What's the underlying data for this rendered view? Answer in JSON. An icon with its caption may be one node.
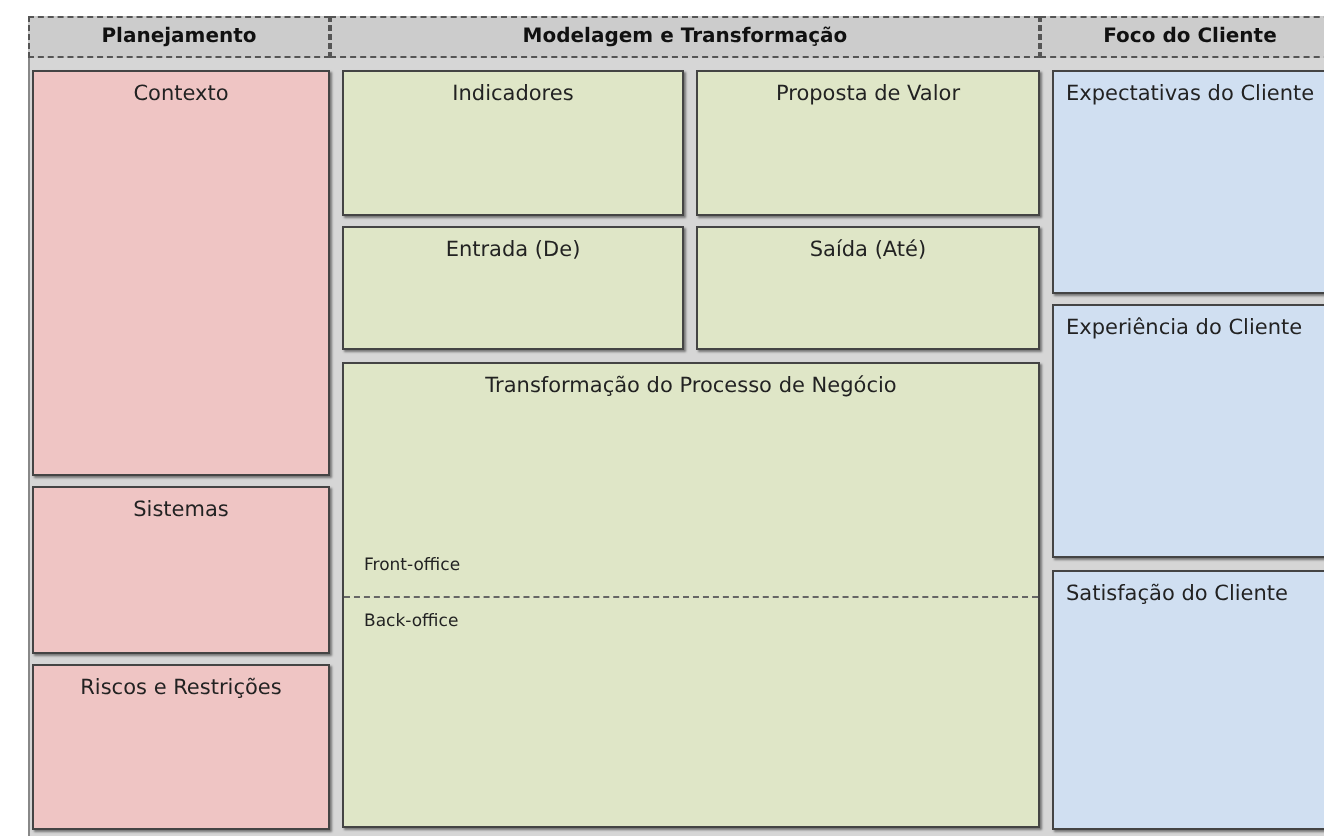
{
  "diagram": {
    "nodes": [
      {
        "text": [
          "Planejamento"
        ]
      },
      {
        "text": [
          "Modelagem e Transformação"
        ]
      },
      {
        "text": [
          "Foco do Cliente"
        ]
      },
      {
        "text": [
          "Contexto"
        ]
      },
      {
        "text": [
          "Indicadores"
        ]
      },
      {
        "text": [
          "Proposta de Valor"
        ]
      },
      {
        "text": [
          "Expectativas do Cliente"
        ]
      },
      {
        "text": [
          "Entrada (De)"
        ]
      },
      {
        "text": [
          "Saída (Até)"
        ]
      },
      {
        "text": [
          "Experiência do Cliente"
        ]
      },
      {
        "text": [
          "Transformação do Processo de Negócio",
          "Front-office",
          "Back-office"
        ]
      },
      {
        "text": [
          "Sistemas"
        ]
      },
      {
        "text": [
          "Satisfação do Cliente"
        ]
      },
      {
        "text": [
          "Riscos e Restrições"
        ]
      }
    ]
  }
}
